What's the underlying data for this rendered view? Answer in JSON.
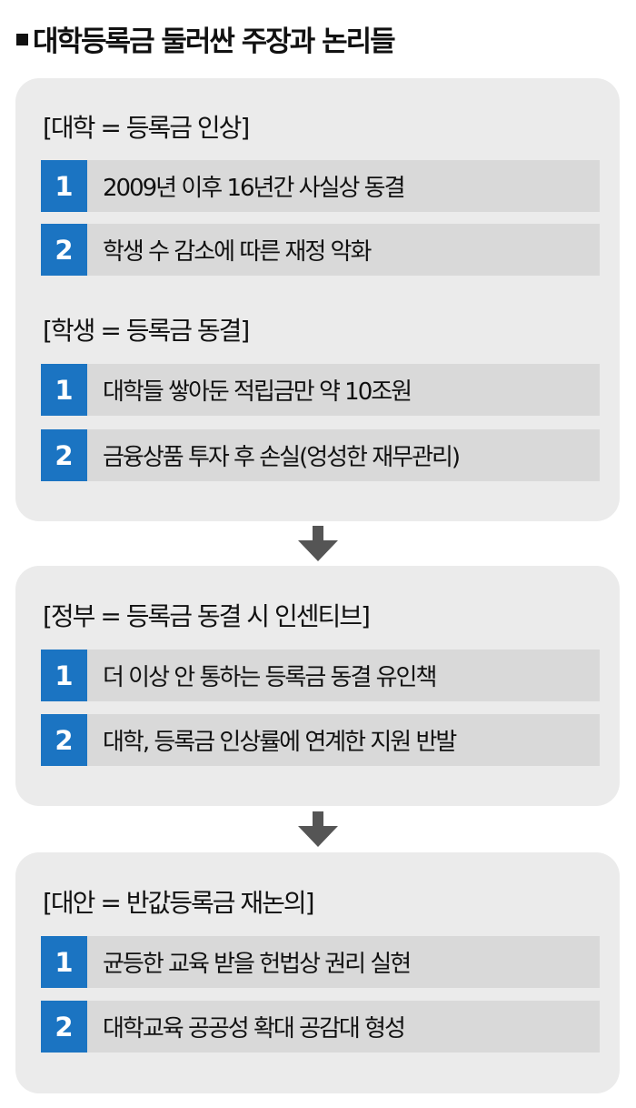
{
  "title": "대학등록금 둘러싼 주장과 논리들",
  "panels": [
    {
      "sections": [
        {
          "heading": "[대학 = 등록금 인상]",
          "items": [
            {
              "num": "1",
              "text": "2009년 이후 16년간 사실상 동결"
            },
            {
              "num": "2",
              "text": "학생 수 감소에 따른 재정 악화"
            }
          ]
        },
        {
          "heading": "[학생 = 등록금 동결]",
          "items": [
            {
              "num": "1",
              "text": "대학들 쌓아둔 적립금만 약 10조원"
            },
            {
              "num": "2",
              "text": "금융상품 투자 후 손실(엉성한 재무관리)"
            }
          ]
        }
      ]
    },
    {
      "sections": [
        {
          "heading": "[정부 = 등록금 동결 시 인센티브]",
          "items": [
            {
              "num": "1",
              "text": "더 이상 안 통하는 등록금 동결 유인책"
            },
            {
              "num": "2",
              "text": "대학, 등록금 인상률에 연계한 지원 반발"
            }
          ]
        }
      ]
    },
    {
      "sections": [
        {
          "heading": "[대안 = 반값등록금 재논의]",
          "items": [
            {
              "num": "1",
              "text": "균등한 교육 받을 헌법상 권리 실현"
            },
            {
              "num": "2",
              "text": "대학교육 공공성 확대 공감대 형성"
            }
          ]
        }
      ]
    }
  ],
  "colors": {
    "accent": "#1b74c2",
    "panel": "#ebebeb",
    "row": "#d9d9d9",
    "arrow": "#555555"
  },
  "icons": [
    "square-bullet-icon",
    "arrow-down-icon"
  ]
}
